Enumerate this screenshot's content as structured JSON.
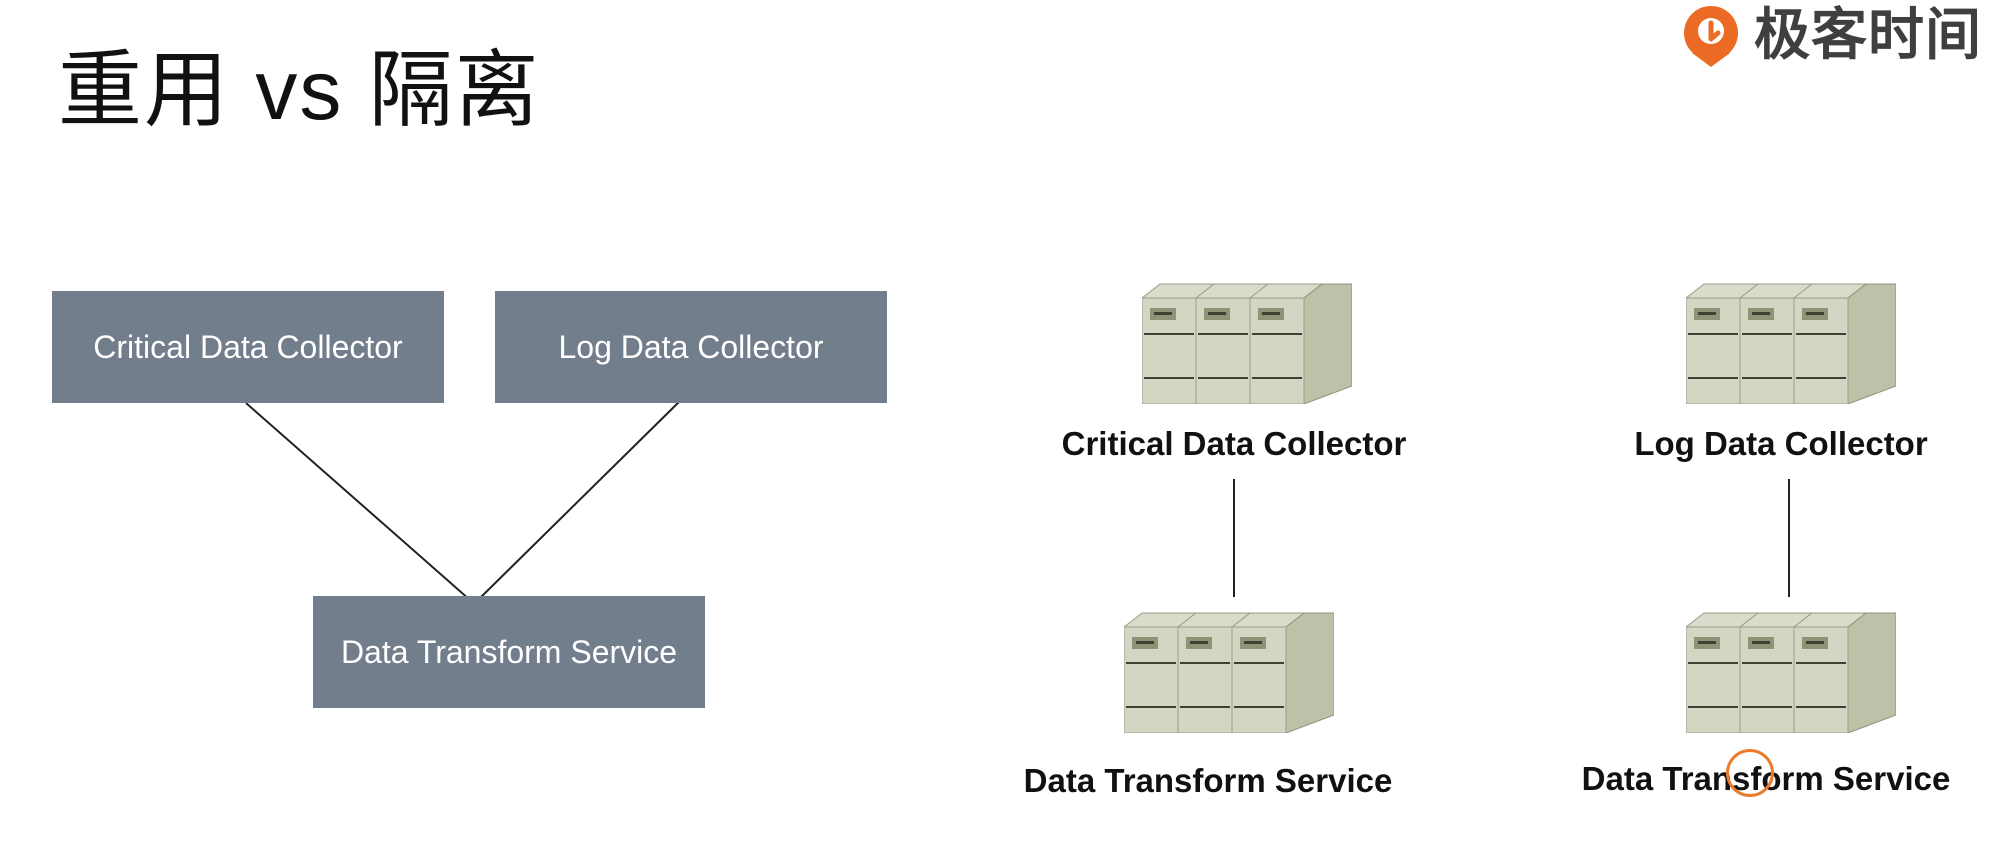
{
  "title": "重用 vs 隔离",
  "brand": {
    "name": "极客时间",
    "logo_icon": "geektime-logo-icon",
    "logo_color": "#ec6b24"
  },
  "reuse_diagram": {
    "collectors": [
      {
        "label": "Critical Data Collector"
      },
      {
        "label": "Log Data Collector"
      }
    ],
    "service": {
      "label": "Data Transform Service"
    },
    "box_color": "#737e8d"
  },
  "isolation_diagram": {
    "stacks": [
      {
        "collector": {
          "label": "Critical Data Collector",
          "icon": "server-rack-icon"
        },
        "service": {
          "label": "Data Transform Service",
          "icon": "server-rack-icon"
        }
      },
      {
        "collector": {
          "label": "Log Data Collector",
          "icon": "server-rack-icon"
        },
        "service": {
          "label": "Data Transform Service",
          "icon": "server-rack-icon"
        }
      }
    ]
  }
}
